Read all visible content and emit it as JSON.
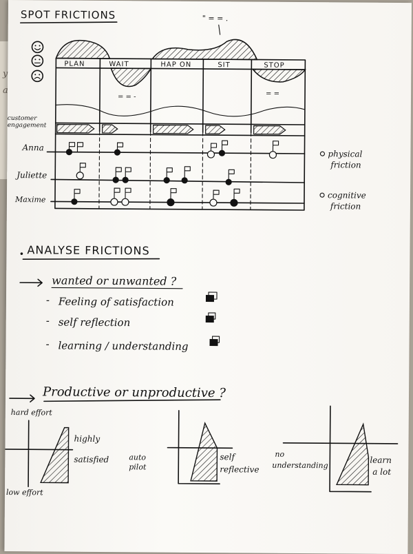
{
  "desk_note": {
    "line1": "y",
    "line2": "an"
  },
  "spot": {
    "title": "SPOT FRICTIONS",
    "stages": [
      "PLAN",
      "WAIT",
      "HAP ON",
      "SIT",
      "STOP"
    ],
    "customer_label_1": "customer",
    "customer_label_2": "engagement",
    "people": [
      "Anna",
      "Juliette",
      "Maxime"
    ],
    "legend": {
      "physical_1": "physical",
      "physical_2": "friction",
      "cognitive_1": "cognitive",
      "cognitive_2": "friction"
    }
  },
  "analyse": {
    "title": "ANALYSE FRICTIONS",
    "question": "wanted or unwanted ?",
    "items": [
      "Feeling of satisfaction",
      "self reflection",
      "learning / understanding"
    ]
  },
  "productive": {
    "title": "Productive or unproductive ?",
    "chart1": {
      "top": "hard effort",
      "bottom": "low effort",
      "right_1": "highly",
      "right_2": "satisfied"
    },
    "chart2": {
      "left_1": "auto",
      "left_2": "pilot",
      "right_1": "self",
      "right_2": "reflective"
    },
    "chart3": {
      "left_1": "no",
      "left_2": "understanding",
      "right_1": "learn",
      "right_2": "a lot"
    }
  }
}
